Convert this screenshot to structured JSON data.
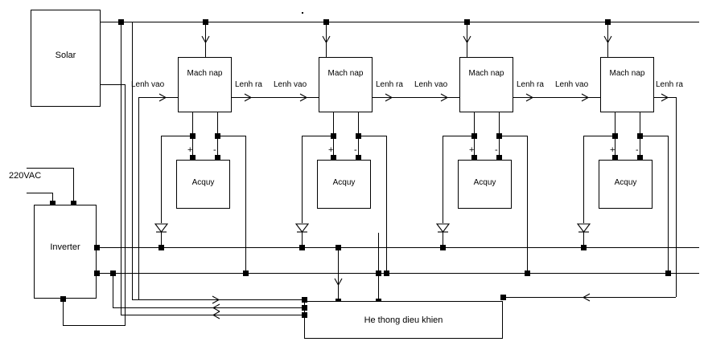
{
  "diagram": {
    "title_text": "",
    "labels": {
      "solar": "Solar",
      "inverter": "Inverter",
      "ac_source": "220VAC",
      "controller": "He thong dieu khien",
      "charger": "Mach nap",
      "battery": "Acquy",
      "cmd_in": "Lenh vao",
      "cmd_out": "Lenh ra",
      "plus": "+",
      "minus": "-"
    },
    "colors": {
      "line": "#000000",
      "background": "#ffffff",
      "text": "#000000"
    },
    "modules": [
      {
        "index": 1,
        "charger": "Mach nap",
        "battery": "Acquy",
        "cmd_in": "Lenh vao",
        "cmd_out": "Lenh ra",
        "plus": "+",
        "minus": "-"
      },
      {
        "index": 2,
        "charger": "Mach nap",
        "battery": "Acquy",
        "cmd_in": "Lenh vao",
        "cmd_out": "Lenh ra",
        "plus": "+",
        "minus": "-"
      },
      {
        "index": 3,
        "charger": "Mach nap",
        "battery": "Acquy",
        "cmd_in": "Lenh vao",
        "cmd_out": "Lenh ra",
        "plus": "+",
        "minus": "-"
      },
      {
        "index": 4,
        "charger": "Mach nap",
        "battery": "Acquy",
        "cmd_in": "Lenh vao",
        "cmd_out": "Lenh ra",
        "plus": "+",
        "minus": "-"
      }
    ]
  }
}
